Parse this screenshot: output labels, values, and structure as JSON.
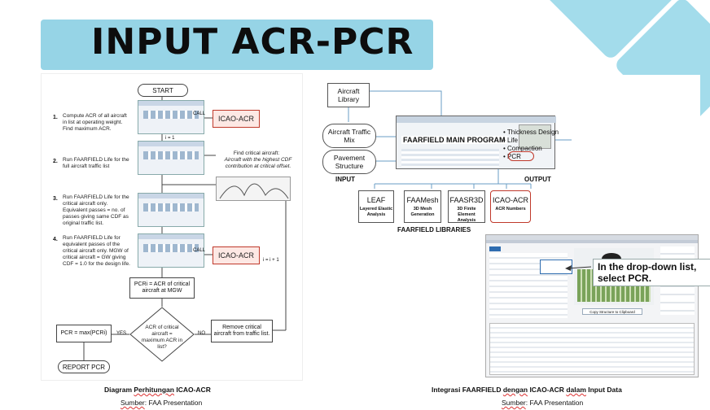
{
  "header": {
    "title": "INPUT ACR-PCR"
  },
  "flowchart": {
    "start": "START",
    "report": "REPORT PCR",
    "steps": [
      {
        "num": "1.",
        "text": "Compute ACR of all aircraft in list at operating weight. Find maximum ACR."
      },
      {
        "num": "2.",
        "text": "Run FAARFIELD Life for the full aircraft traffic list"
      },
      {
        "num": "3.",
        "text": "Run FAARFIELD Life for the critical aircraft only. Equivalent passes = no. of passes giving same CDF as original traffic list."
      },
      {
        "num": "4.",
        "text": "Run FAARFIELD Life for equivalent passes of the critical aircraft only. MGW of critical aircraft = GW giving CDF = 1.0 for the design life."
      }
    ],
    "icao_label": "ICAO-ACR",
    "call_label": "CALL",
    "i_eq_1": "i = 1",
    "i_inc": "i = i + 1",
    "find_critical_title": "Find critical aircraft:",
    "find_critical_desc": "Aircraft with the highest CDF contribution at critical offset.",
    "pcr_box": "PCRi = ACR of critical aircraft at MGW",
    "decision": "ACR of critical aircraft = maximum ACR in list?",
    "yes": "YES",
    "no": "NO",
    "remove_box": "Remove critical aircraft from traffic list.",
    "pcr_max": "PCR = max(PCRi)"
  },
  "integration": {
    "aircraft_library": "Aircraft Library",
    "traffic_mix": "Aircraft Traffic Mix",
    "pavement_structure": "Pavement Structure",
    "input_label": "INPUT",
    "main_program": "FAARFIELD MAIN PROGRAM",
    "output_label": "OUTPUT",
    "outputs": [
      "Thickness Design",
      "Life",
      "Compaction",
      "PCR"
    ],
    "libraries_label": "FAARFIELD LIBRARIES",
    "libraries": [
      {
        "name": "LEAF",
        "sub": "Layered Elastic Analysis"
      },
      {
        "name": "FAAMesh",
        "sub": "3D Mesh Generation"
      },
      {
        "name": "FAASR3D",
        "sub": "3D Finite Element Analysis"
      },
      {
        "name": "ICAO-ACR",
        "sub": "ACR Numbers"
      }
    ]
  },
  "software": {
    "callout": "In the drop-down list, select PCR.",
    "button_label": "Copy Structure to Clipboard"
  },
  "captions": {
    "left_title_pre": "Diagram ",
    "left_title_u": "Perhitungan",
    "left_title_post": " ICAO-ACR",
    "left_source_u": "Sumber",
    "left_source_post": ": FAA Presentation",
    "right_title_pre": "Integrasi FAARFIELD ",
    "right_title_u": "dengan",
    "right_title_mid": " ICAO-ACR ",
    "right_title_u2": "dalam",
    "right_title_post": " Input Data",
    "right_source_u": "Sumber",
    "right_source_post": ": FAA Presentation"
  },
  "colors": {
    "accent": "#96d4e6",
    "highlight": "#c0392b"
  }
}
